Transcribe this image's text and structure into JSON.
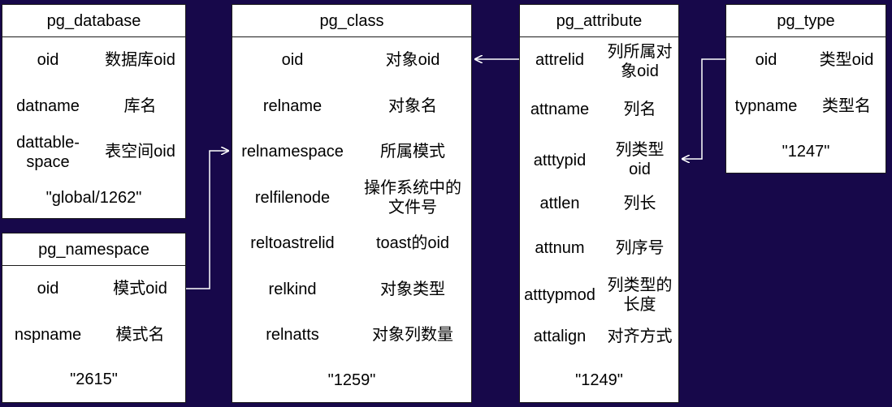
{
  "tables": {
    "pg_database": {
      "title": "pg_database",
      "rows": [
        {
          "field": "oid",
          "desc": "数据库oid"
        },
        {
          "field": "datname",
          "desc": "库名"
        },
        {
          "field": "dattable-\nspace",
          "desc": "表空间oid"
        }
      ],
      "footer": "\"global/1262\""
    },
    "pg_namespace": {
      "title": "pg_namespace",
      "rows": [
        {
          "field": "oid",
          "desc": "模式oid"
        },
        {
          "field": "nspname",
          "desc": "模式名"
        }
      ],
      "footer": "\"2615\""
    },
    "pg_class": {
      "title": "pg_class",
      "rows": [
        {
          "field": "oid",
          "desc": "对象oid"
        },
        {
          "field": "relname",
          "desc": "对象名"
        },
        {
          "field": "relnamespace",
          "desc": "所属模式"
        },
        {
          "field": "relfilenode",
          "desc": "操作系统中的\n文件号"
        },
        {
          "field": "reltoastrelid",
          "desc": "toast的oid"
        },
        {
          "field": "relkind",
          "desc": "对象类型"
        },
        {
          "field": "relnatts",
          "desc": "对象列数量"
        }
      ],
      "footer": "\"1259\""
    },
    "pg_attribute": {
      "title": "pg_attribute",
      "rows": [
        {
          "field": "attrelid",
          "desc": "列所属对\n象oid"
        },
        {
          "field": "attname",
          "desc": "列名"
        },
        {
          "field": "atttypid",
          "desc": "列类型\noid"
        },
        {
          "field": "attlen",
          "desc": "列长"
        },
        {
          "field": "attnum",
          "desc": "列序号"
        },
        {
          "field": "atttypmod",
          "desc": "列类型的\n长度"
        },
        {
          "field": "attalign",
          "desc": "对齐方式"
        }
      ],
      "footer": "\"1249\""
    },
    "pg_type": {
      "title": "pg_type",
      "rows": [
        {
          "field": "oid",
          "desc": "类型oid"
        },
        {
          "field": "typname",
          "desc": "类型名"
        }
      ],
      "footer": "\"1247\""
    }
  },
  "colors": {
    "background": "#17084a",
    "box": "#ffffff",
    "line": "#ffffff"
  }
}
